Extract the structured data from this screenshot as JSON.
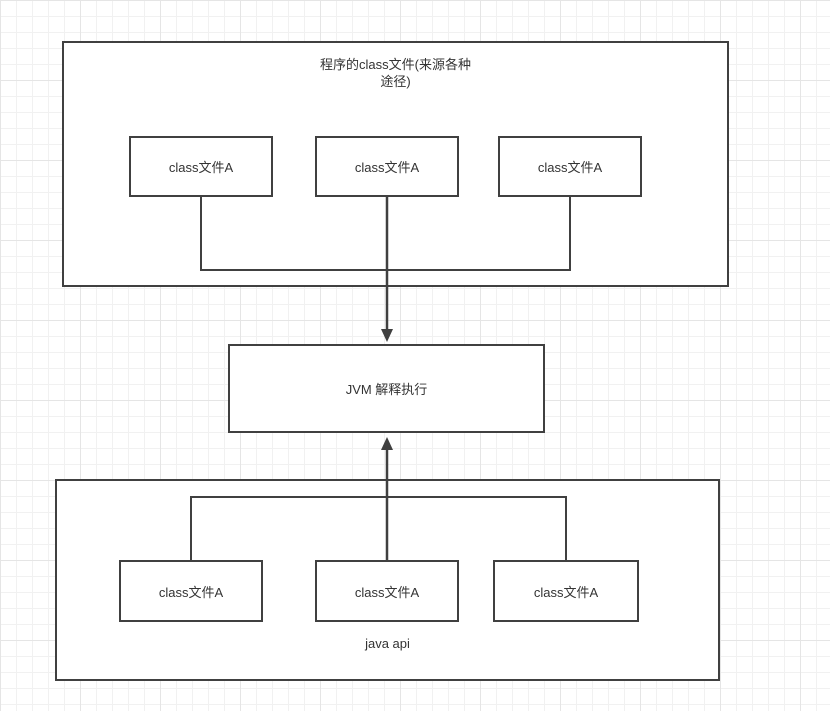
{
  "colors": {
    "line": "#404040",
    "text": "#333333",
    "canvas-bg": "#ffffff",
    "grid-minor": "#f1f1f1",
    "grid-major": "#e5e5e5",
    "shape-bg": "#ffffff"
  },
  "diagram": {
    "top_container": {
      "title_line1": "程序的class文件(来源各种",
      "title_line2": "途径)",
      "boxes": [
        "class文件A",
        "class文件A",
        "class文件A"
      ]
    },
    "jvm_box": {
      "label": "JVM 解释执行"
    },
    "bottom_container": {
      "label": "java api",
      "boxes": [
        "class文件A",
        "class文件A",
        "class文件A"
      ]
    }
  }
}
